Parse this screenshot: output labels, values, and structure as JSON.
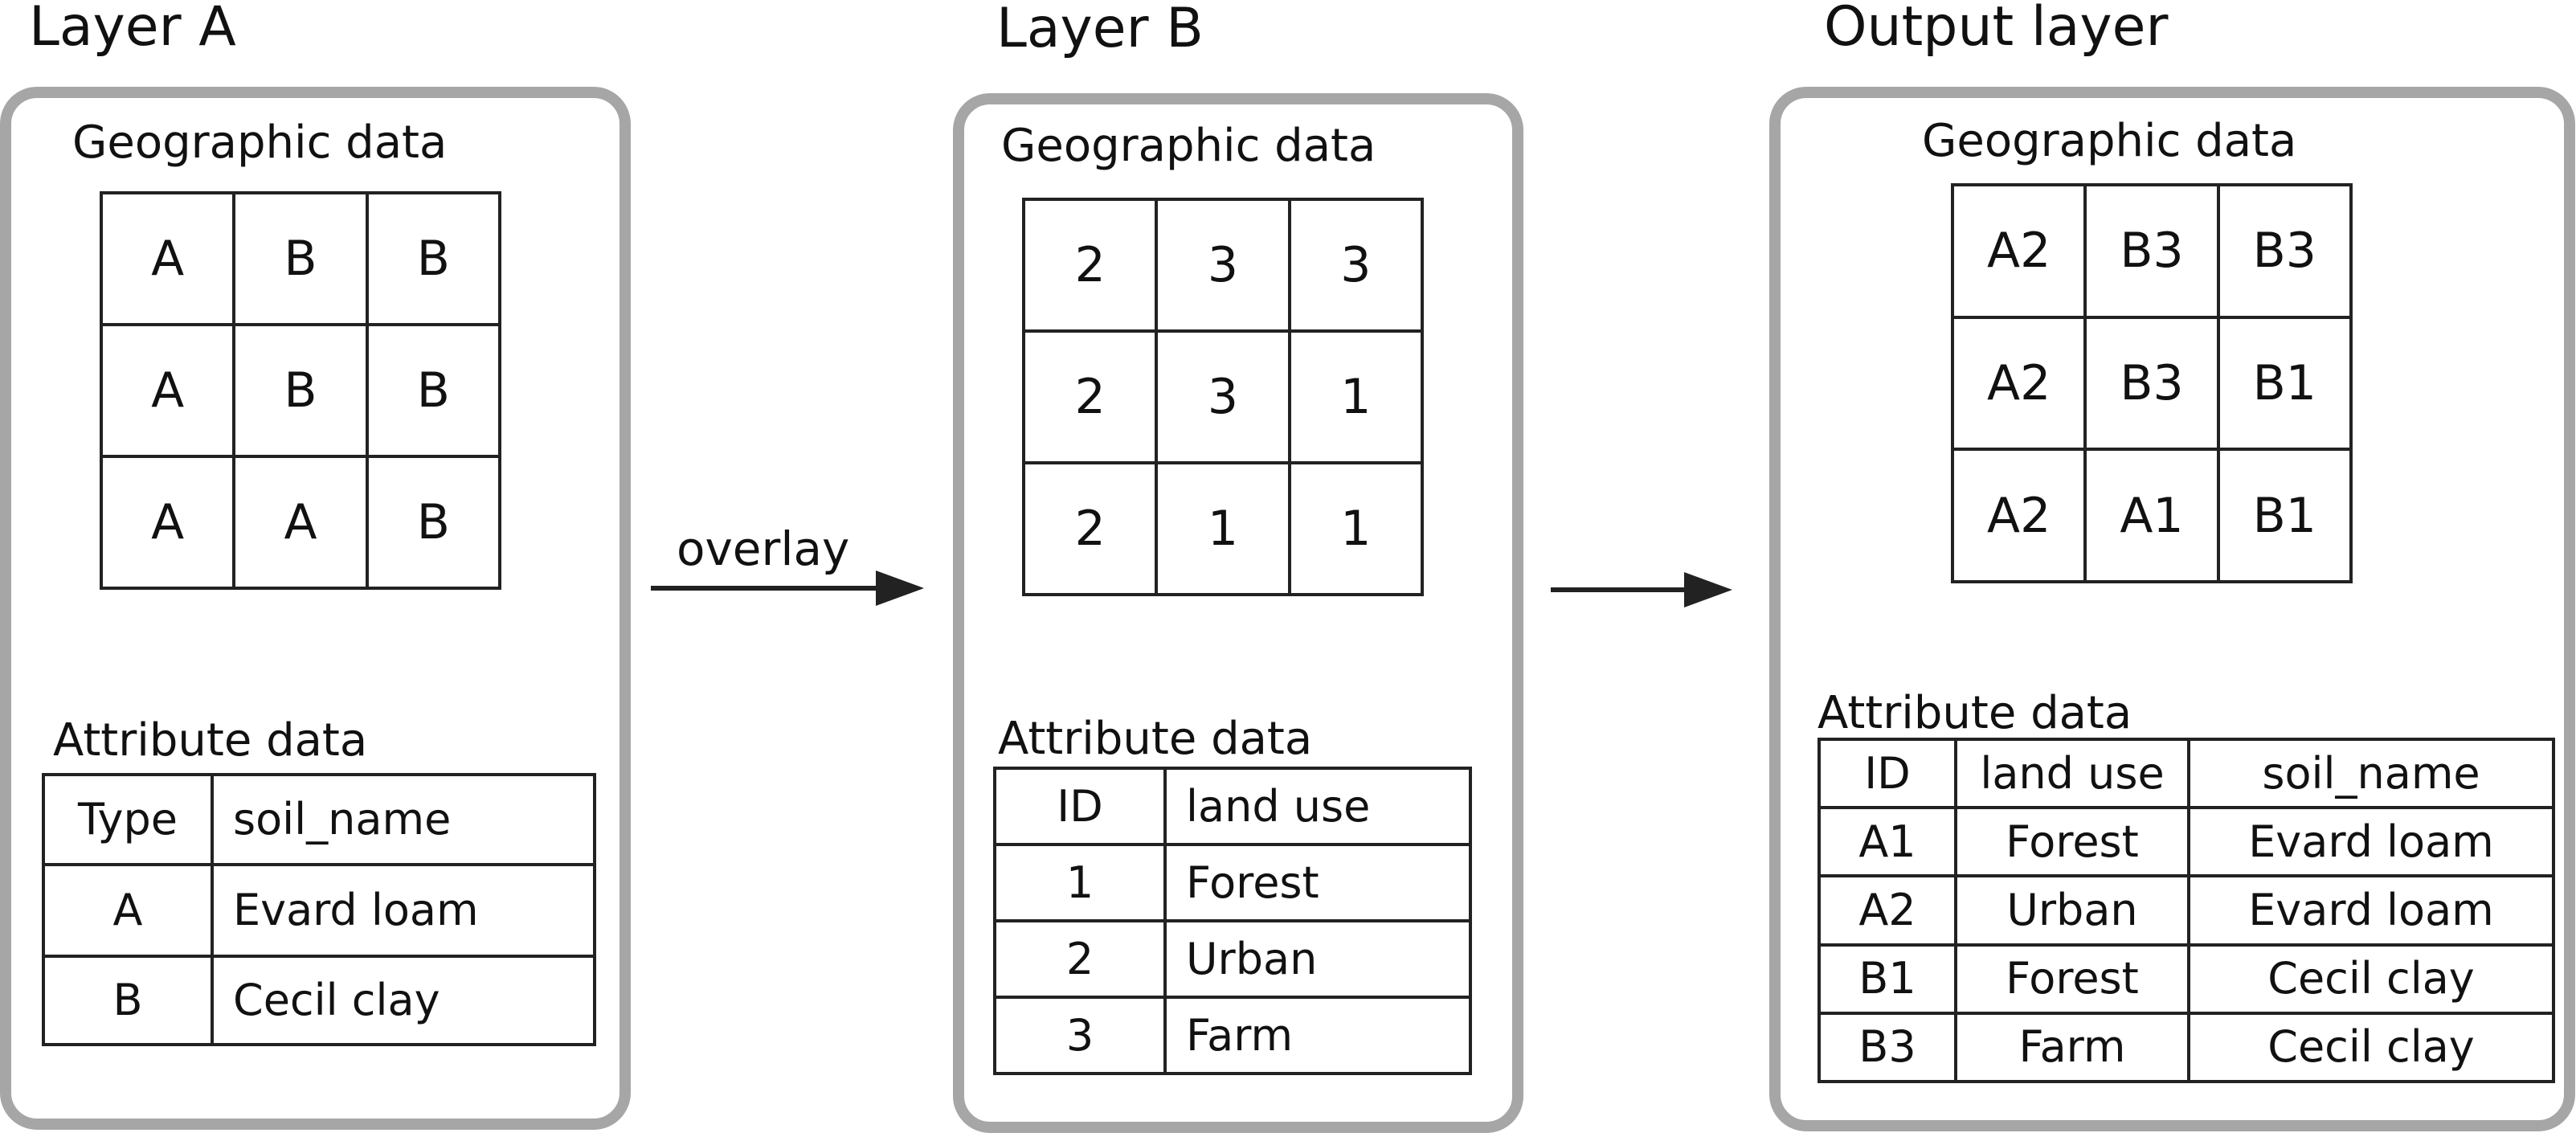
{
  "layer_a": {
    "title": "Layer A",
    "geo_title": "Geographic data",
    "grid": [
      [
        "A",
        "B",
        "B"
      ],
      [
        "A",
        "B",
        "B"
      ],
      [
        "A",
        "A",
        "B"
      ]
    ],
    "attr_title": "Attribute data",
    "table": {
      "headers": [
        "Type",
        "soil_name"
      ],
      "rows": [
        [
          "A",
          "Evard loam"
        ],
        [
          "B",
          "Cecil clay"
        ]
      ]
    }
  },
  "layer_b": {
    "title": "Layer B",
    "geo_title": "Geographic data",
    "grid": [
      [
        "2",
        "3",
        "3"
      ],
      [
        "2",
        "3",
        "1"
      ],
      [
        "2",
        "1",
        "1"
      ]
    ],
    "attr_title": "Attribute data",
    "table": {
      "headers": [
        "ID",
        "land use"
      ],
      "rows": [
        [
          "1",
          "Forest"
        ],
        [
          "2",
          "Urban"
        ],
        [
          "3",
          "Farm"
        ]
      ]
    }
  },
  "output_layer": {
    "title": "Output layer",
    "geo_title": "Geographic data",
    "grid": [
      [
        "A2",
        "B3",
        "B3"
      ],
      [
        "A2",
        "B3",
        "B1"
      ],
      [
        "A2",
        "A1",
        "B1"
      ]
    ],
    "attr_title": "Attribute data",
    "table": {
      "headers": [
        "ID",
        "land use",
        "soil_name"
      ],
      "rows": [
        [
          "A1",
          "Forest",
          "Evard loam"
        ],
        [
          "A2",
          "Urban",
          "Evard loam"
        ],
        [
          "B1",
          "Forest",
          "Cecil clay"
        ],
        [
          "B3",
          "Farm",
          "Cecil clay"
        ]
      ]
    }
  },
  "arrows": {
    "overlay_label": "overlay"
  },
  "colors": {
    "panel_border": "#a6a6a6",
    "line": "#222222"
  }
}
